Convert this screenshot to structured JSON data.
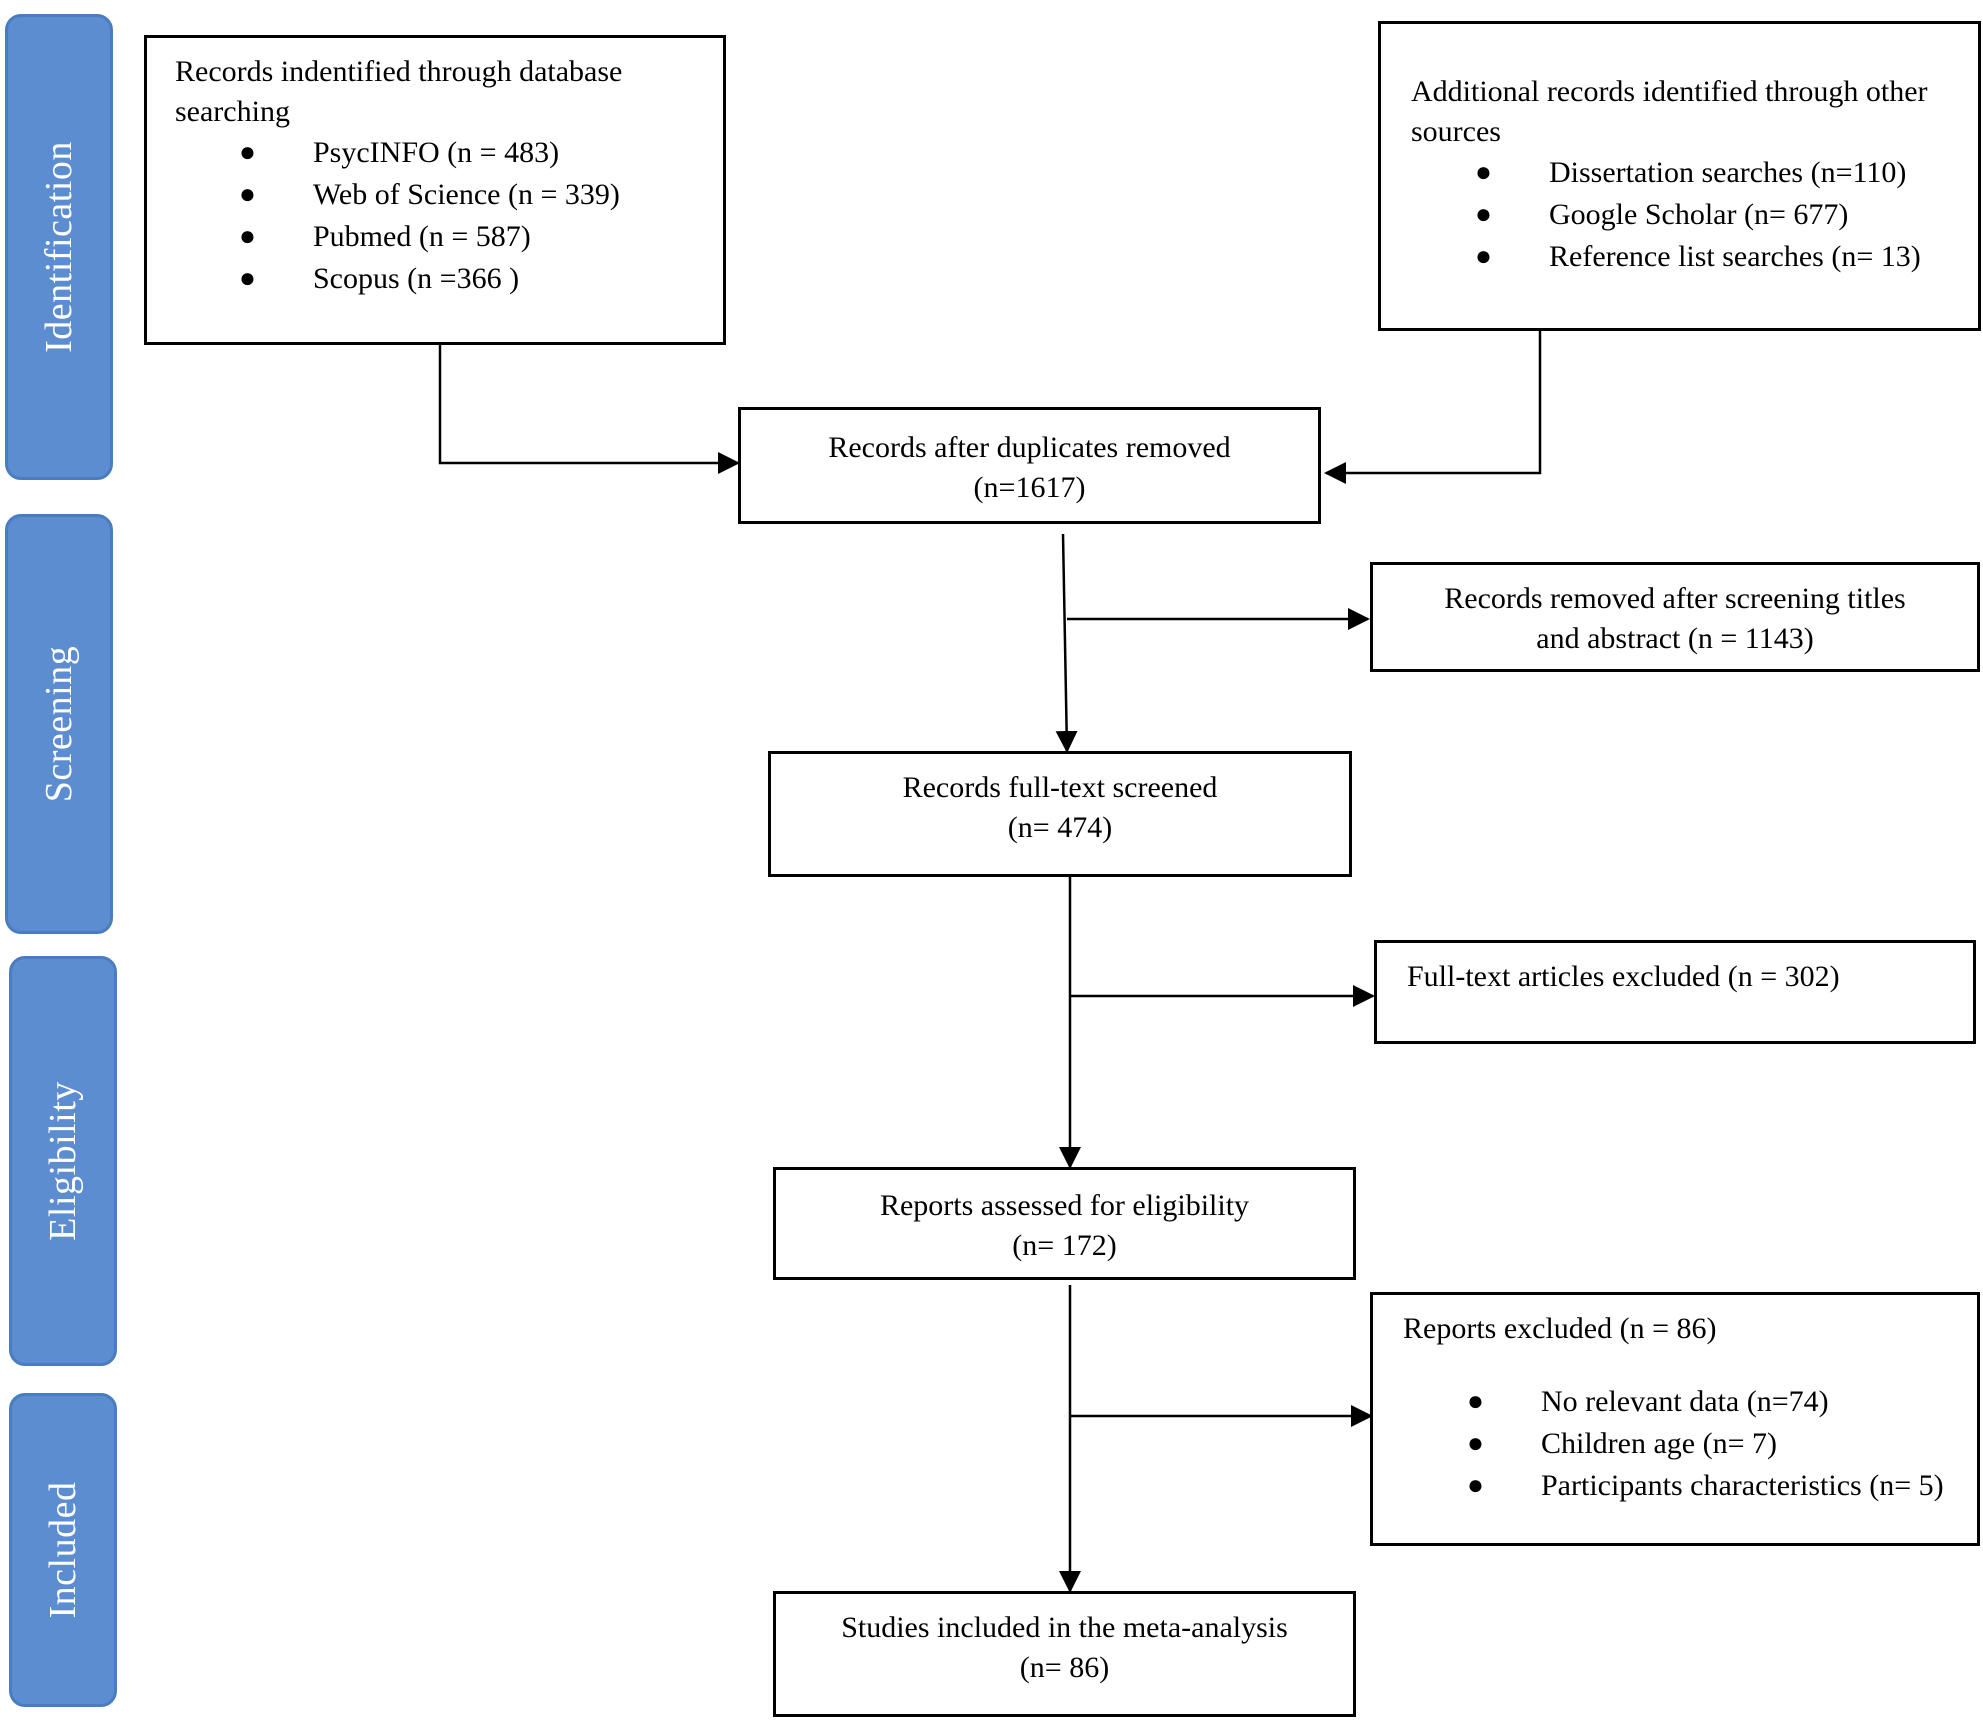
{
  "phases": {
    "identification": "Identification",
    "screening": "Screening",
    "eligibility": "Eligibility",
    "included": "Included"
  },
  "boxes": {
    "database_search": {
      "title": "Records indentified through database searching",
      "items": [
        "PsycINFO (n = 483)",
        "Web of Science (n = 339)",
        "Pubmed (n = 587)",
        "Scopus (n =366 )"
      ]
    },
    "other_sources": {
      "title": "Additional records identified through other sources",
      "items": [
        "Dissertation searches (n=110)",
        "Google Scholar (n= 677)",
        "Reference list searches (n= 13)"
      ]
    },
    "duplicates_removed": {
      "line1": "Records after duplicates removed",
      "line2": "(n=1617)"
    },
    "removed_after_screening": {
      "line1": "Records removed after screening titles",
      "line2": "and abstract (n = 1143)"
    },
    "full_text_screened": {
      "line1": "Records full-text screened",
      "line2": "(n= 474)"
    },
    "full_text_excluded": {
      "line1": "Full-text articles excluded (n = 302)"
    },
    "assessed_eligibility": {
      "line1": "Reports assessed for eligibility",
      "line2": "(n= 172)"
    },
    "reports_excluded": {
      "title": "Reports excluded (n = 86)",
      "items": [
        "No relevant data (n=74)",
        "Children age (n= 7)",
        "Participants characteristics (n= 5)"
      ]
    },
    "included_meta": {
      "line1": "Studies included in the meta-analysis",
      "line2": "(n= 86)"
    }
  }
}
